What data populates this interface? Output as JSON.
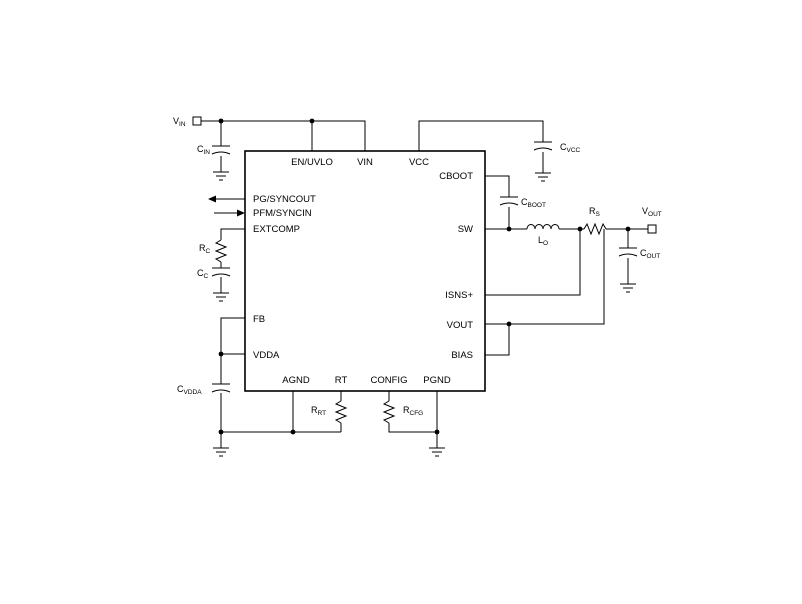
{
  "ic_pins": {
    "en_uvlo": "EN/UVLO",
    "vin": "VIN",
    "vcc": "VCC",
    "cboot": "CBOOT",
    "pg_syncout": "PG/SYNCOUT",
    "pfm_syncin": "PFM/SYNCIN",
    "extcomp": "EXTCOMP",
    "sw": "SW",
    "isns": "ISNS+",
    "fb": "FB",
    "vout": "VOUT",
    "vdda": "VDDA",
    "bias": "BIAS",
    "agnd": "AGND",
    "rt": "RT",
    "config": "CONFIG",
    "pgnd": "PGND"
  },
  "labels": {
    "vin_main": "V",
    "vin_sub": "IN",
    "cin_main": "C",
    "cin_sub": "IN",
    "cvcc_main": "C",
    "cvcc_sub": "VCC",
    "cboot_main": "C",
    "cboot_sub": "BOOT",
    "rc_main": "R",
    "rc_sub": "C",
    "cc_main": "C",
    "cc_sub": "C",
    "lo_main": "L",
    "lo_sub": "O",
    "rs_main": "R",
    "rs_sub": "S",
    "vout_main": "V",
    "vout_sub": "OUT",
    "cout_main": "C",
    "cout_sub": "OUT",
    "cvdda_main": "C",
    "cvdda_sub": "VDDA",
    "rrt_main": "R",
    "rrt_sub": "RT",
    "rcfg_main": "R",
    "rcfg_sub": "CFG"
  }
}
